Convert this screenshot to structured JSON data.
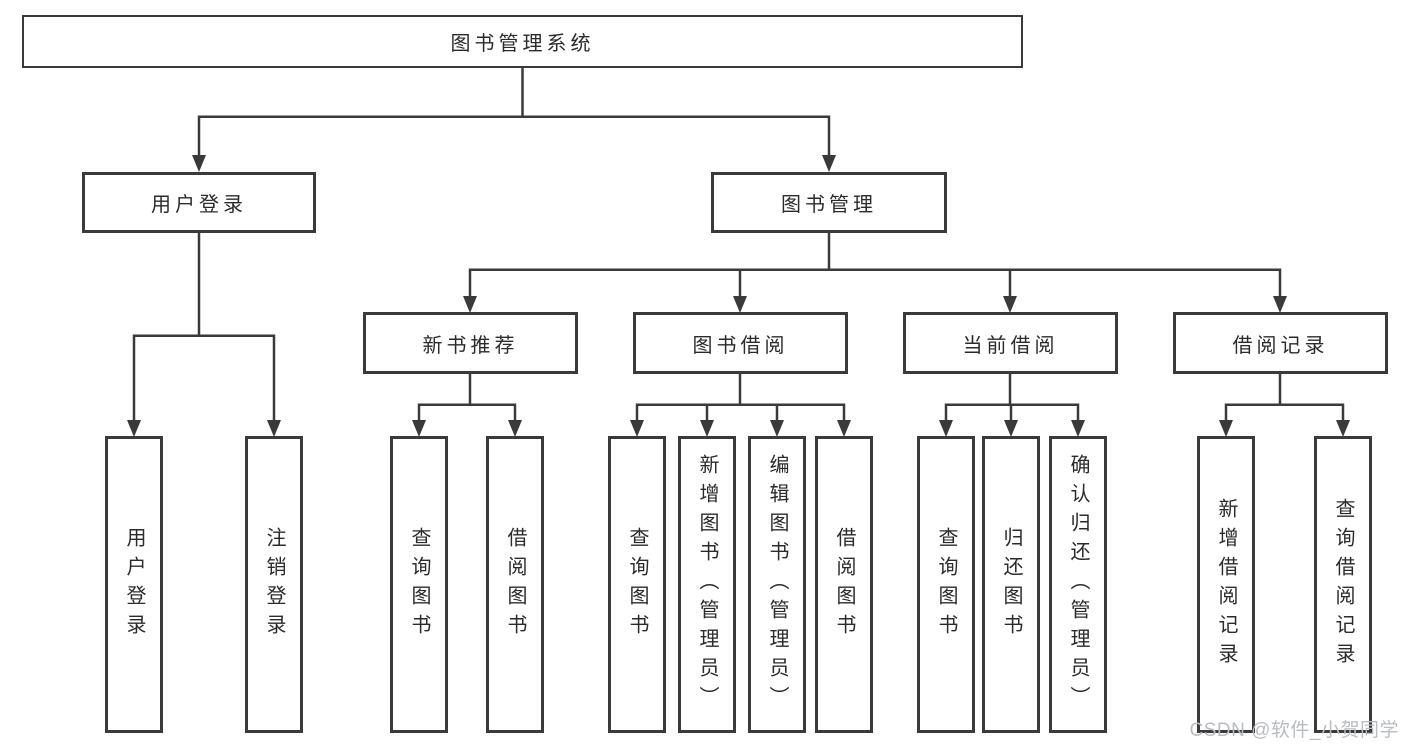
{
  "colors": {
    "line": "#3a3a3a",
    "text": "#2b2b2b",
    "watermark": "#b9bcc0",
    "background": "#ffffff"
  },
  "tree": {
    "label": "图书管理系统",
    "children": [
      {
        "label": "用户登录",
        "children": [
          {
            "label": "用户登录"
          },
          {
            "label": "注销登录"
          }
        ]
      },
      {
        "label": "图书管理",
        "children": [
          {
            "label": "新书推荐",
            "children": [
              {
                "label": "查询图书"
              },
              {
                "label": "借阅图书"
              }
            ]
          },
          {
            "label": "图书借阅",
            "children": [
              {
                "label": "查询图书"
              },
              {
                "label": "新增图书（管理员）"
              },
              {
                "label": "编辑图书（管理员）"
              },
              {
                "label": "借阅图书"
              }
            ]
          },
          {
            "label": "当前借阅",
            "children": [
              {
                "label": "查询图书"
              },
              {
                "label": "归还图书"
              },
              {
                "label": "确认归还（管理员）"
              }
            ]
          },
          {
            "label": "借阅记录",
            "children": [
              {
                "label": "新增借阅记录"
              },
              {
                "label": "查询借阅记录"
              }
            ]
          }
        ]
      }
    ]
  },
  "watermark": {
    "text": "CSDN @软件_小贺同学"
  }
}
